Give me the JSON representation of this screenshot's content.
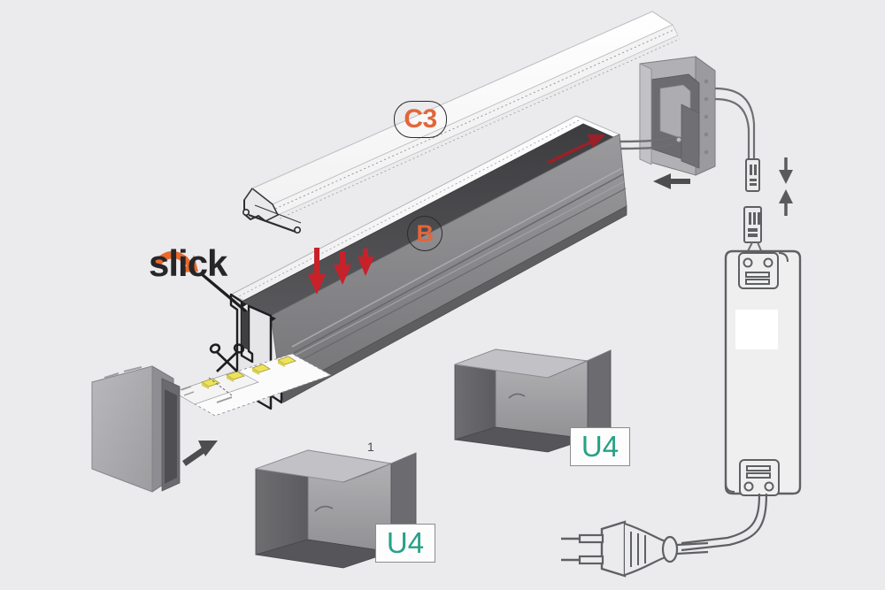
{
  "page": {
    "background_color": "#ebebed",
    "type": "exploded-assembly-illustration",
    "subject": "LED aluminium profile channel assembly"
  },
  "brand": {
    "name": "slick",
    "swoosh_color": "#e8692e",
    "text_color": "#262628"
  },
  "callouts": {
    "cover": {
      "label": "C3",
      "color": "#e2663a",
      "shape": "rounded-oval-outline"
    },
    "profile": {
      "label": "B",
      "color": "#e2663a",
      "shape": "circle-outline"
    },
    "bracket_right": {
      "label": "U4",
      "color": "#27a187",
      "shape": "box"
    },
    "bracket_front": {
      "label": "U4",
      "color": "#27a187",
      "shape": "box"
    },
    "quantity_note": {
      "label": "1",
      "color": "#4a4a4a"
    }
  },
  "parts": {
    "cover_strip": {
      "name": "C3 diffuser cover",
      "finish": "frosted-white"
    },
    "main_profile": {
      "name": "B aluminium channel",
      "finish": "anodised-grey"
    },
    "end_cap_left": {
      "name": "closed end cap",
      "finish": "grey"
    },
    "end_cap_right": {
      "name": "end cap with cable exit",
      "finish": "grey"
    },
    "led_strip": {
      "name": "LED flexible strip",
      "led_color": "#f2e14a"
    },
    "scissors": {
      "name": "cut-here scissors",
      "color": "#1e1e1e"
    },
    "brackets": {
      "name": "U4 mounting bracket",
      "count": 2,
      "finish": "grey"
    },
    "driver": {
      "name": "LED power supply driver",
      "style": "line-drawing"
    },
    "mains_plug": {
      "name": "europlug mains plug",
      "style": "line-drawing"
    },
    "connector_pair": {
      "name": "quick connector",
      "style": "line-drawing"
    }
  },
  "arrows": {
    "insert_cover": {
      "count": 3,
      "direction": "down",
      "color": "#c7222a"
    },
    "slide_cover": {
      "direction": "up-right",
      "color": "#9d2026"
    },
    "fit_end_cap_right": {
      "direction": "left",
      "color": "#4d4d4f"
    },
    "fit_end_cap_left": {
      "direction": "up-right",
      "color": "#4d4d4f"
    },
    "connector_mate": {
      "directions": "down-and-up",
      "color": "#5a5a5c"
    }
  },
  "colors": {
    "background": "#ebebed",
    "metal_light": "#d3d3d5",
    "metal_mid": "#9b9b9e",
    "metal_dark": "#6a6a6d",
    "metal_darkest": "#4b4b4e",
    "cover_white": "#fbfbfb",
    "outline": "#3a3a3c",
    "line_art": "#5f6063",
    "orange": "#e2663a",
    "teal": "#27a187",
    "red": "#c7222a"
  }
}
